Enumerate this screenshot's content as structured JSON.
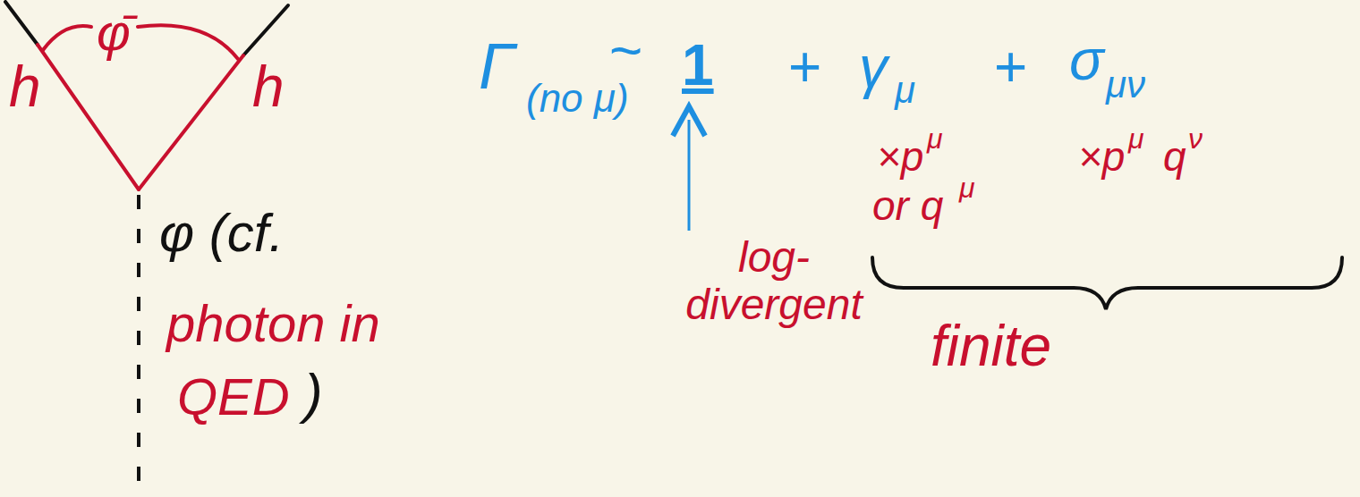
{
  "diagram": {
    "labels": [
      "h",
      "φ̄",
      "h",
      "φ (cf.",
      "photon in",
      "QED",
      ")",
      "Γ",
      "(no μ)",
      "~",
      "1",
      "+",
      "γ",
      "μ",
      "+",
      "σ",
      "μν",
      "×p",
      "μ",
      "or q",
      "μ",
      "×p",
      "μ",
      "q",
      "ν",
      "log- divergent",
      "finite"
    ]
  }
}
